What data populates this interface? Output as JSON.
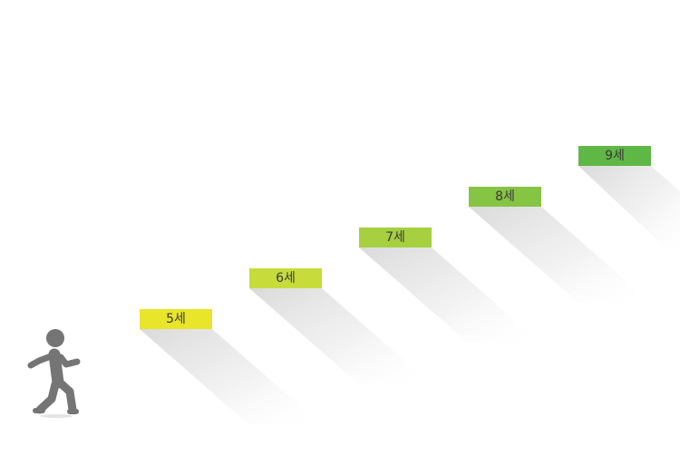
{
  "steps": [
    {
      "label": "5세",
      "color": "#e8e52a"
    },
    {
      "label": "6세",
      "color": "#c7dc3b"
    },
    {
      "label": "7세",
      "color": "#a6d040"
    },
    {
      "label": "8세",
      "color": "#86c443"
    },
    {
      "label": "9세",
      "color": "#5fb745"
    }
  ],
  "colors": {
    "figure": "#757575",
    "shadow": "#dddddd"
  },
  "icons": {
    "figure": "walking-person-icon"
  }
}
